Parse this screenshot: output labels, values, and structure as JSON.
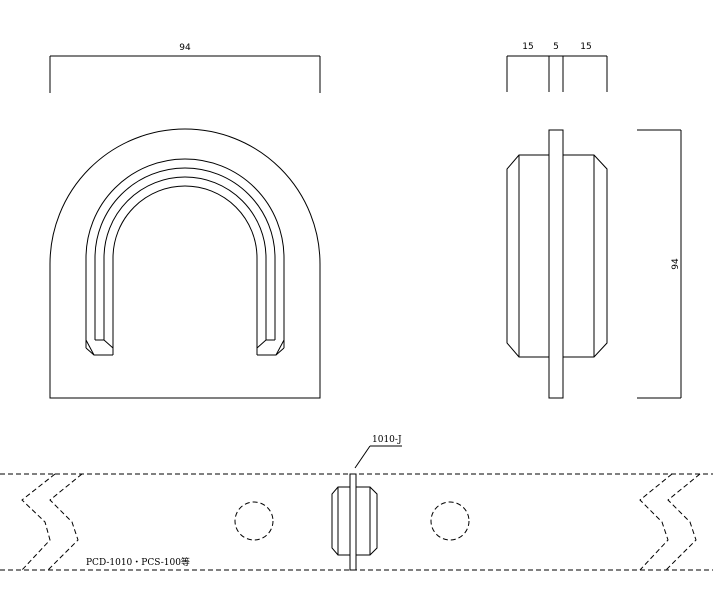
{
  "front_view": {
    "width_dim": "94"
  },
  "side_view": {
    "dims_top": [
      "15",
      "5",
      "15"
    ],
    "height_dim": "94"
  },
  "install_view": {
    "part_label": "1010-J",
    "note": "PCD-1010・PCS-100等"
  }
}
